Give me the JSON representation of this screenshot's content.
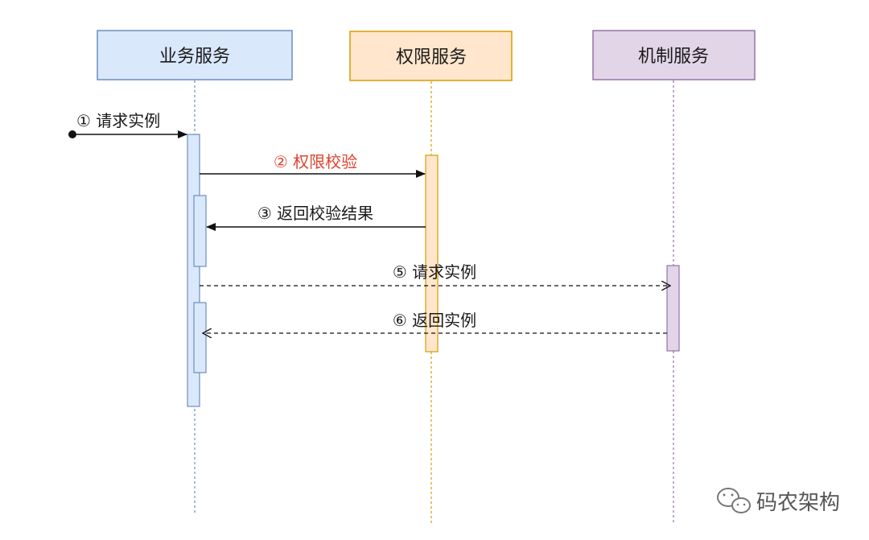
{
  "participants": [
    {
      "label": "业务服务",
      "fill": "#dae8fc",
      "stroke": "#6c8ebf"
    },
    {
      "label": "权限服务",
      "fill": "#ffe6cc",
      "stroke": "#d79b00"
    },
    {
      "label": "机制服务",
      "fill": "#e1d5e7",
      "stroke": "#9673a6"
    }
  ],
  "messages": [
    {
      "label": "① 请求实例",
      "style": "solid"
    },
    {
      "label": "② 权限校验",
      "style": "solid",
      "color": "#e0432f"
    },
    {
      "label": "③ 返回校验结果",
      "style": "solid"
    },
    {
      "label": "⑤ 请求实例",
      "style": "dashed"
    },
    {
      "label": "⑥ 返回实例",
      "style": "dashed"
    }
  ],
  "watermark": {
    "text": "码农架构",
    "icon": "wechat-icon"
  }
}
